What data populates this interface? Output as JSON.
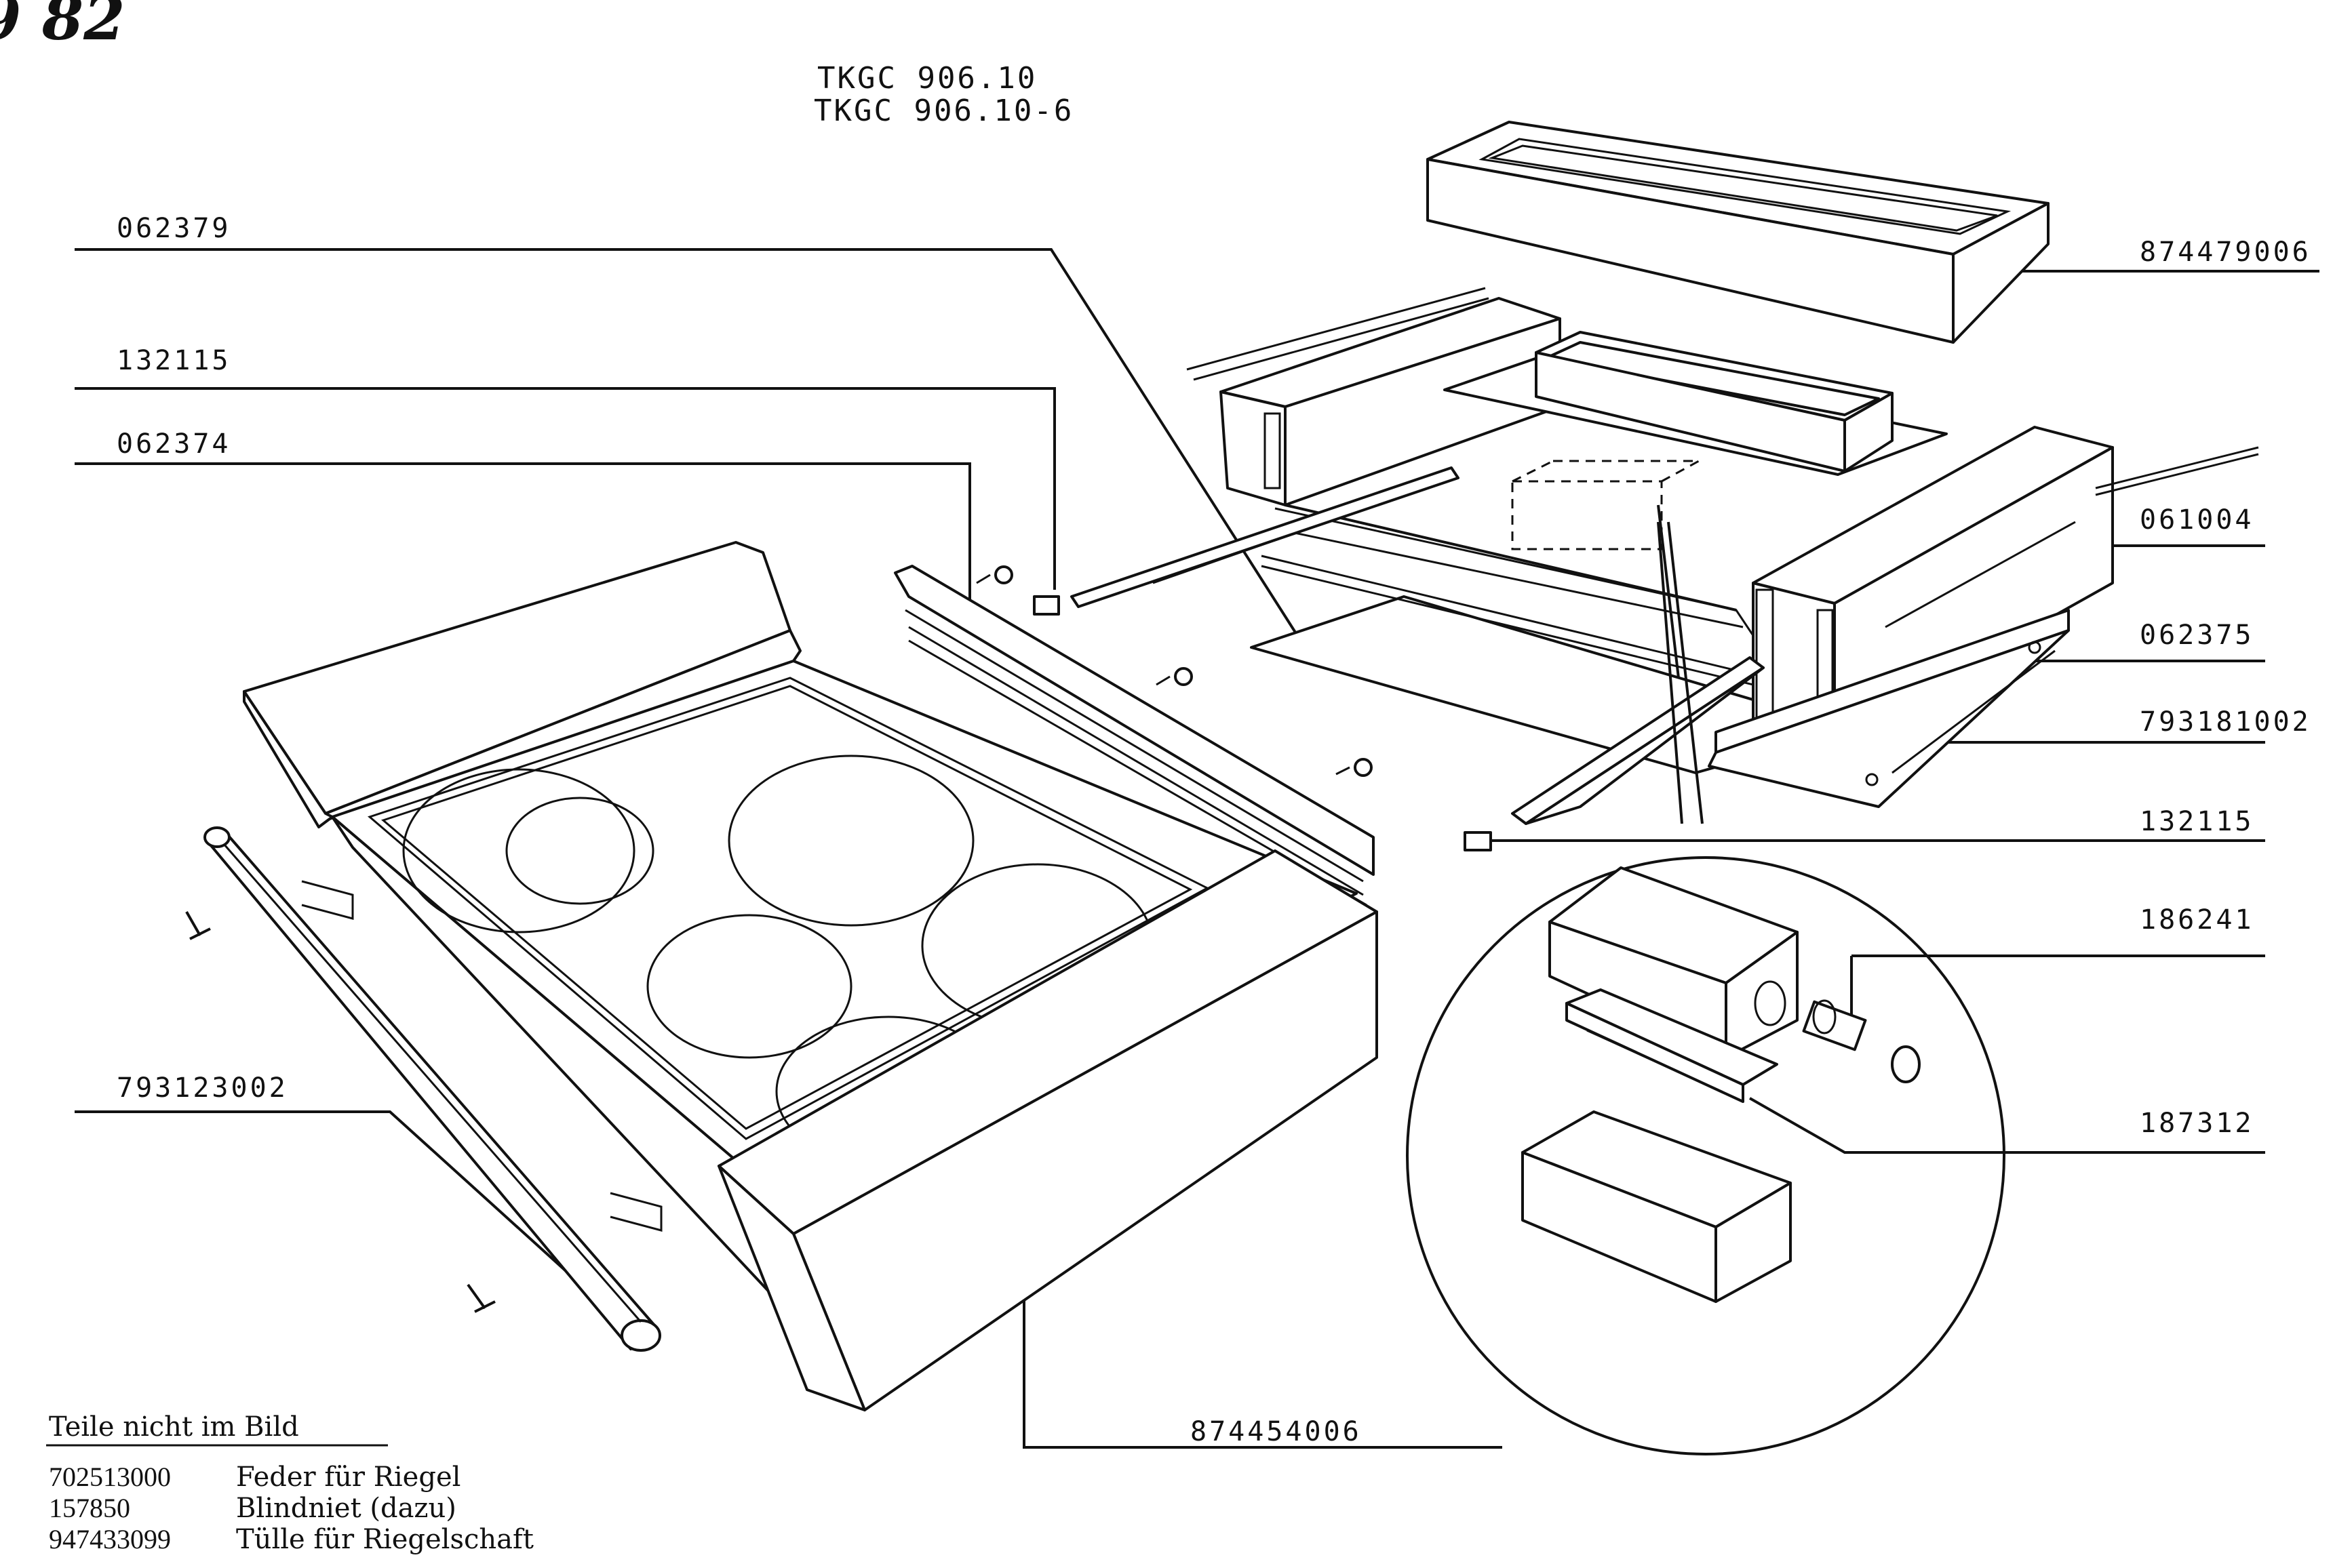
{
  "page_fragment": "9 82",
  "models": [
    "TKGC 906.10",
    "TKGC 906.10-6"
  ],
  "callouts": {
    "c1": "062379",
    "c2": "132115",
    "c3": "062374",
    "c4": "793123002",
    "c5": "874454006",
    "c6": "874479006",
    "c7": "061004",
    "c8": "062375",
    "c9": "793181002",
    "c10": "132115",
    "c11": "186241",
    "c12": "187312"
  },
  "legend": {
    "title": "Teile nicht im Bild",
    "rows": [
      {
        "code": "702513000",
        "desc": "Feder für Riegel"
      },
      {
        "code": "157850",
        "desc": "Blindniet (dazu)"
      },
      {
        "code": "947433099",
        "desc": "Tülle für Riegelschaft"
      }
    ]
  }
}
